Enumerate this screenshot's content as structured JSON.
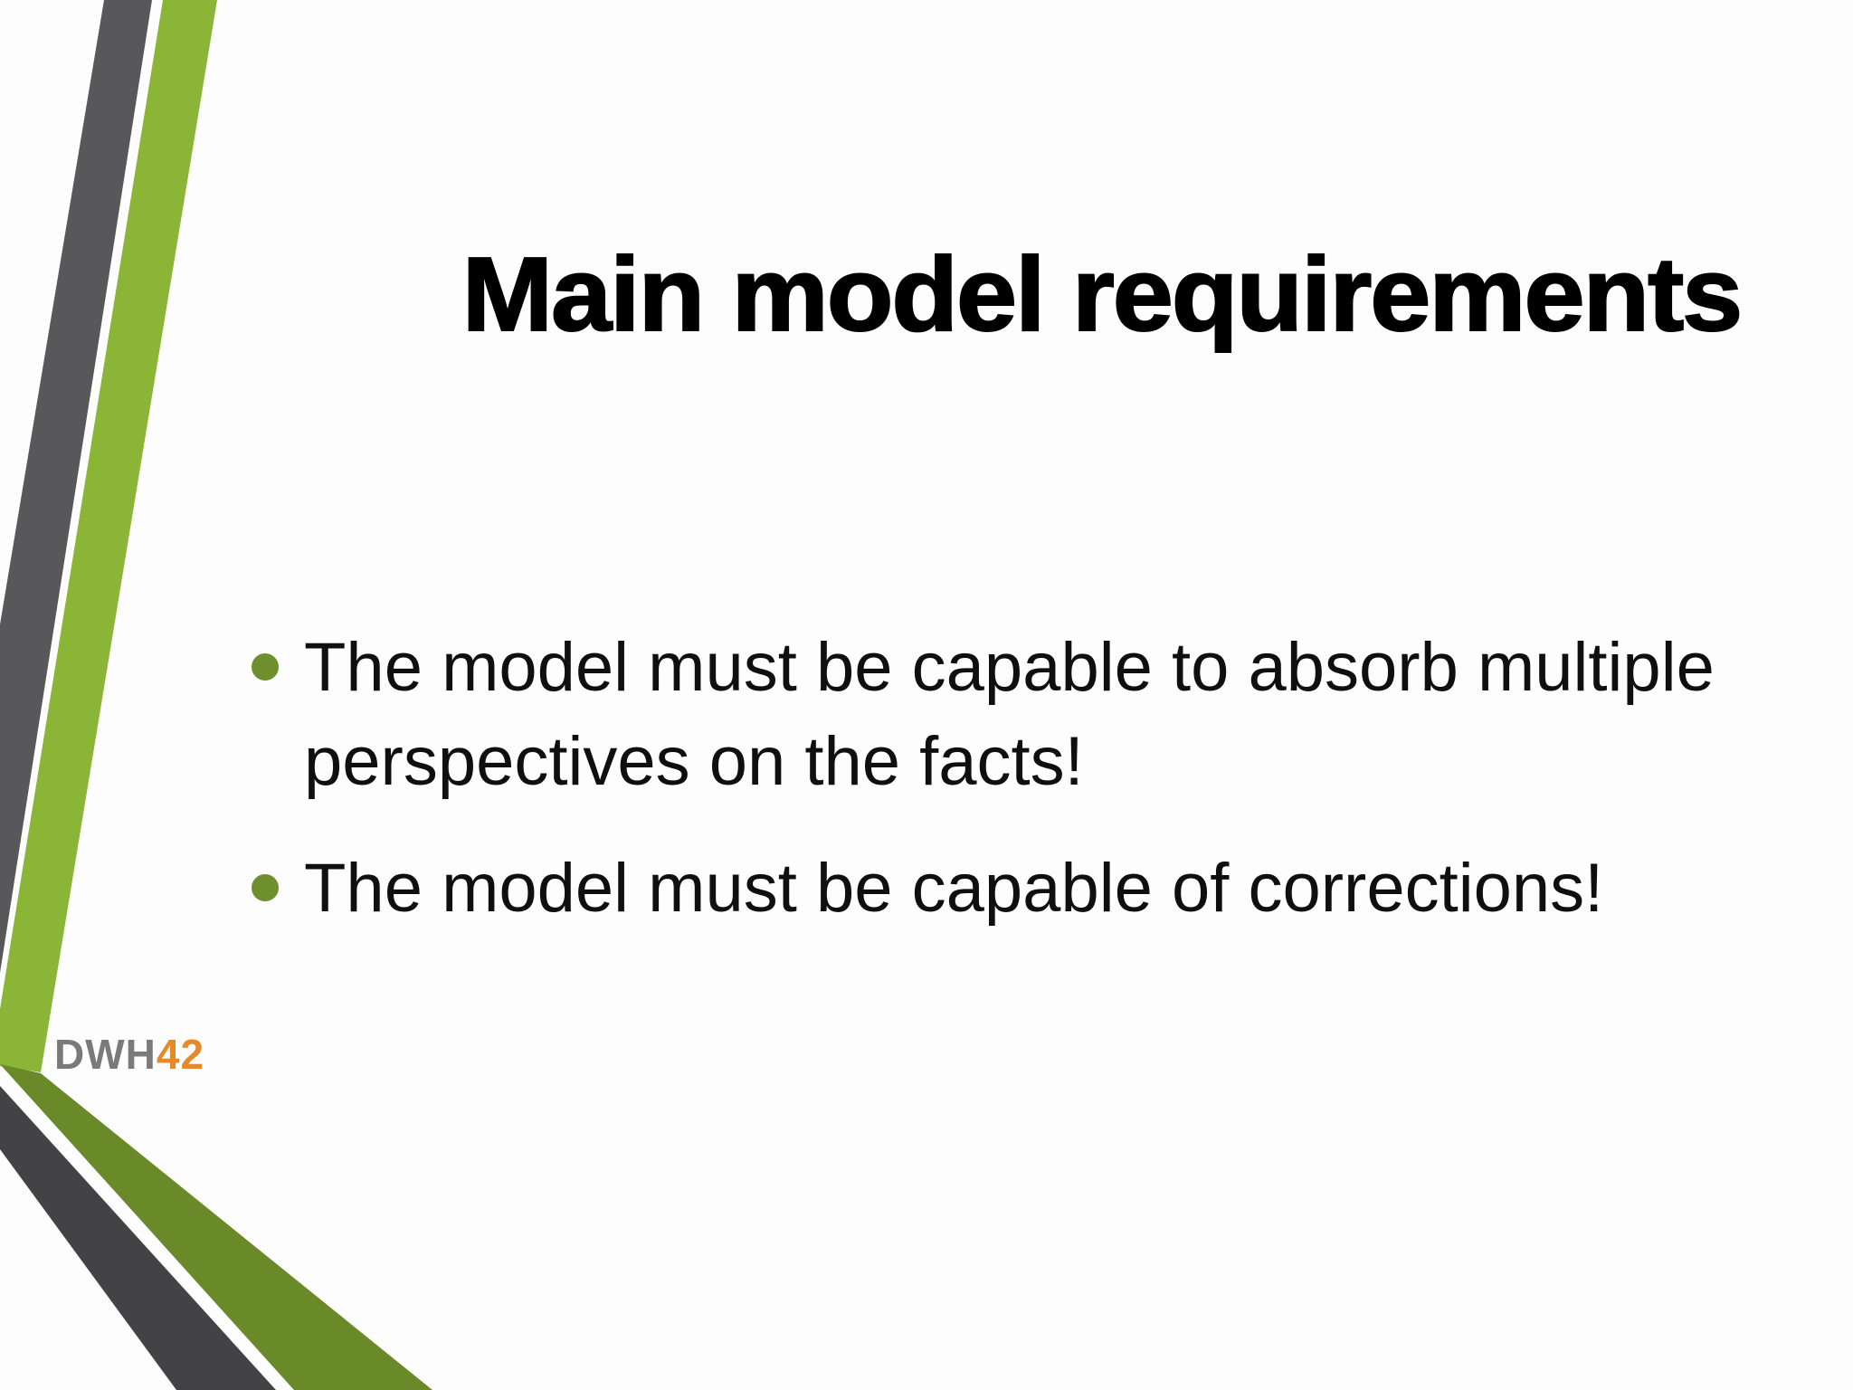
{
  "slide": {
    "title": "Main model requirements",
    "bullets": [
      {
        "text": "The model must be capable to absorb multiple perspectives on the facts!"
      },
      {
        "text": "The model must be capable of corrections!"
      }
    ],
    "logo": {
      "prefix": "DWH",
      "suffix": "42"
    }
  },
  "colors": {
    "accent_green": "#8ab537",
    "dark_green": "#6a8a2a",
    "dark_gray": "#58585a",
    "bullet": "#6f8f2e",
    "logo_gray": "#7a7a7a",
    "logo_orange": "#e58a2a"
  }
}
